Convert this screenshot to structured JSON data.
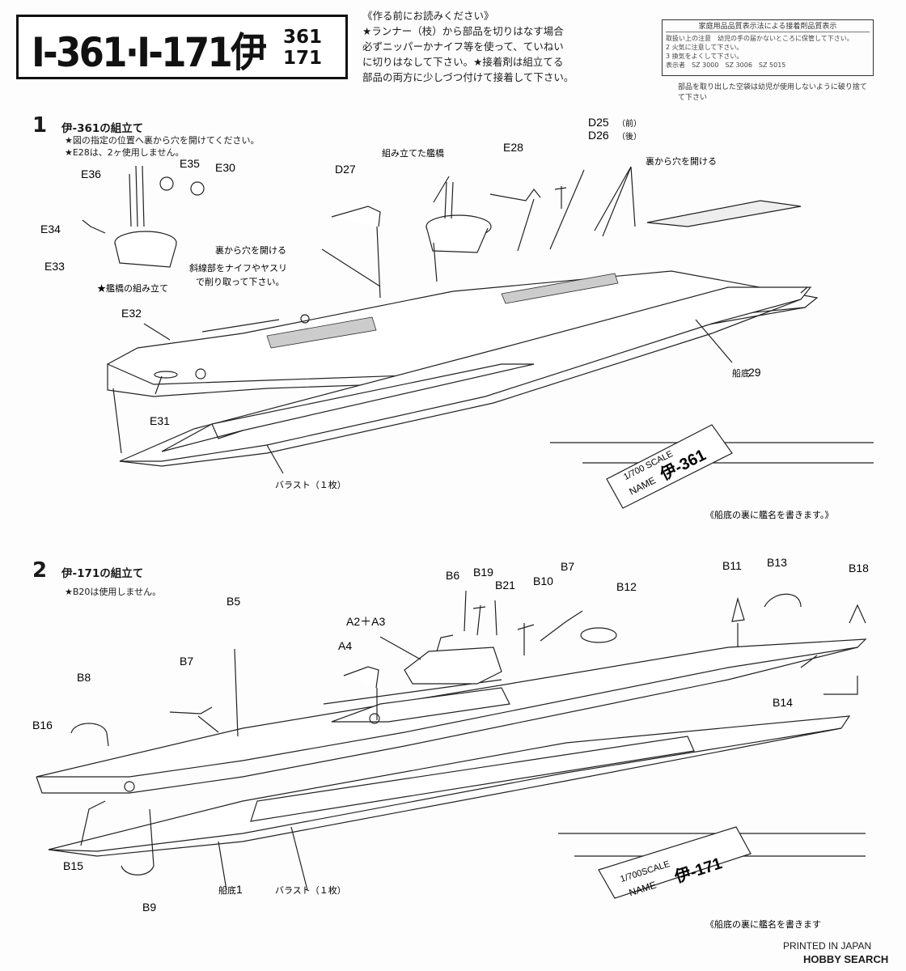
{
  "title": {
    "main": "I-361·I-171伊",
    "sub_top": "361",
    "sub_bottom": "171"
  },
  "intro": {
    "heading": "《作る前にお読みください》",
    "lines": [
      "★ランナー（枝）から部品を切りはなす場合",
      "必ずニッパーかナイフ等を使って、ていねい",
      "に切りはなして下さい。★接着剤は組立てる",
      "部品の両方に少しづつ付けて接着して下さい。"
    ]
  },
  "quality": {
    "title": "家庭用品品質表示法による接着剤品質表示",
    "row1": "取扱い上の注意　幼児の手の届かないところに保管して下さい。",
    "row2": "2 火気に注意して下さい。",
    "row3": "3 換気をよくして下さい。",
    "row4": "表示者　SZ 3000　SZ 3006　SZ 5015",
    "note": "部品を取り出した空袋は幼児が使用しないように破り捨てて下さい"
  },
  "step1": {
    "number": "1",
    "title": "伊-361の組立て",
    "notes": [
      "★図の指定の位置へ裏から穴を開けてください。",
      "★E28は、2ヶ使用しません。"
    ],
    "labels": {
      "e36": "E36",
      "e35": "E35",
      "e30": "E30",
      "e34": "E34",
      "e33": "E33",
      "bridge_sub": "★艦橋の組み立て",
      "e32": "E32",
      "e31": "E31",
      "d27": "D27",
      "assembled_bridge": "組み立てた艦橋",
      "e28": "E28",
      "d25": "D25",
      "d25_note": "（前）",
      "d26": "D26",
      "d26_note": "（後）",
      "holes_right": "裏から穴を開ける",
      "holes_left": "裏から穴を開ける",
      "knife_1": "斜線部をナイフやヤスリ",
      "knife_2": "で削り取って下さい。",
      "hull_bottom": "船底",
      "hull_bottom_num": "29",
      "ballast": "バラスト（１枚）",
      "plate_scale": "1/700 SCALE",
      "plate_name_label": "NAME",
      "plate_name": "伊-361",
      "footer": "《船底の裏に艦名を書きます。》"
    }
  },
  "step2": {
    "number": "2",
    "title": "伊-171の組立て",
    "notes": [
      "★B20は使用しません。"
    ],
    "labels": {
      "b5": "B5",
      "b6": "B6",
      "b19": "B19",
      "b21": "B21",
      "b10": "B10",
      "b7a": "B7",
      "b12": "B12",
      "b11": "B11",
      "b13": "B13",
      "b18": "B18",
      "a2a3": "A2＋A3",
      "a4": "A4",
      "b7b": "B7",
      "b8": "B8",
      "b16": "B16",
      "b14": "B14",
      "b15": "B15",
      "b9": "B9",
      "hull_bottom": "船底",
      "hull_bottom_num": "1",
      "ballast": "バラスト（１枚）",
      "plate_scale": "1/700SCALE",
      "plate_name_label": "NAME",
      "plate_name": "伊-171",
      "footer": "《船底の裏に艦名を書きます"
    }
  },
  "footer": {
    "printed": "PRINTED IN JAPAN",
    "watermark": "HOBBY SEARCH"
  }
}
